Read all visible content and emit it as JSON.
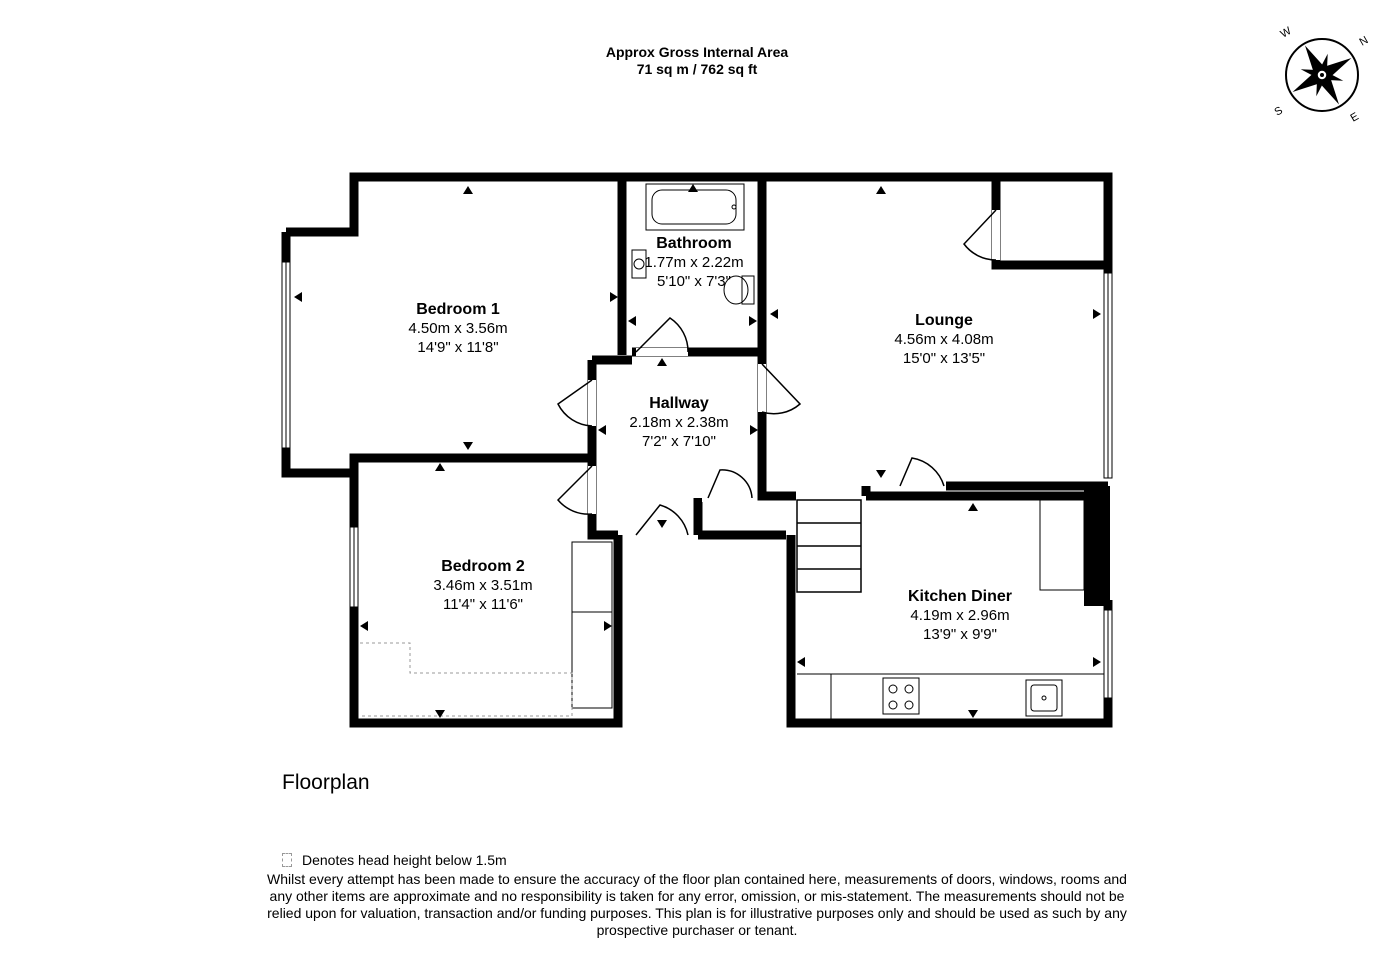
{
  "header": {
    "line1": "Approx Gross Internal Area",
    "line2": "71 sq m / 762 sq ft"
  },
  "compass": {
    "n": "N",
    "e": "E",
    "s": "S",
    "w": "W"
  },
  "rooms": {
    "bedroom1": {
      "name": "Bedroom 1",
      "metric": "4.50m x 3.56m",
      "imperial": "14'9\" x 11'8\""
    },
    "bathroom": {
      "name": "Bathroom",
      "metric": "1.77m x 2.22m",
      "imperial": "5'10\" x 7'3\""
    },
    "lounge": {
      "name": "Lounge",
      "metric": "4.56m x 4.08m",
      "imperial": "15'0\" x 13'5\""
    },
    "hallway": {
      "name": "Hallway",
      "metric": "2.18m x 2.38m",
      "imperial": "7'2\" x 7'10\""
    },
    "bedroom2": {
      "name": "Bedroom 2",
      "metric": "3.46m x 3.51m",
      "imperial": "11'4\" x 11'6\""
    },
    "kitchen": {
      "name": "Kitchen Diner",
      "metric": "4.19m x 2.96m",
      "imperial": "13'9\" x 9'9\""
    }
  },
  "footer": {
    "title": "Floorplan",
    "legend": "Denotes head height below 1.5m",
    "disclaimer": "Whilst every attempt has been made to ensure the accuracy of the floor plan contained here, measurements of doors, windows, rooms and any other items are approximate and no responsibility is taken for any error, omission, or mis-statement. The measurements should not be relied upon for valuation, transaction and/or funding purposes. This plan is for illustrative purposes only and should be used as such by any prospective purchaser or tenant."
  }
}
